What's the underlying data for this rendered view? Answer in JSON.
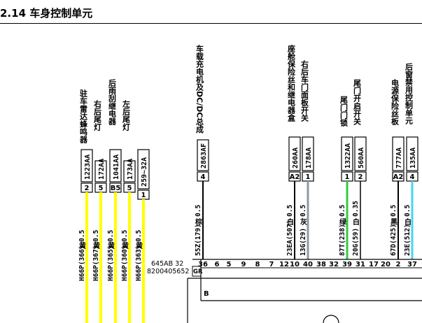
{
  "header": {
    "title": "2.14 车身控制单元"
  },
  "colors": {
    "yellow": "#ffff00",
    "gray": "#8a9aa8",
    "green": "#2ecc40",
    "cyan": "#46d6f0",
    "black": "#000000"
  },
  "connectors": [
    {
      "id": "c1",
      "dest": "驻车雷达蜂鸣器",
      "label": "1223AA",
      "pin": "2",
      "wire_code": "H66P(366)",
      "wire_color": "黄",
      "wire_size": "0.5"
    },
    {
      "id": "c2",
      "dest": "右后尾灯",
      "label": "172AA",
      "pin": "5",
      "wire_code": "H66P(367)",
      "wire_color": "黄",
      "wire_size": "0.5"
    },
    {
      "id": "c3",
      "dest": "后雨刮继电器",
      "label": "1041AA",
      "pin": "B5",
      "wire_code": "H66P(365)",
      "wire_color": "黄",
      "wire_size": "0.5"
    },
    {
      "id": "c4",
      "dest": "左后尾灯",
      "label": "173AA",
      "pin": "5",
      "wire_code": "H66P(360)",
      "wire_color": "黄",
      "wire_size": "0.5"
    },
    {
      "id": "c5",
      "dest": "",
      "label": "259~32A",
      "pin": "1",
      "wire_code": "H66P(363)",
      "wire_color": "黄",
      "wire_size": "0.5"
    },
    {
      "id": "c6",
      "dest": "车载充电机及DC/DC总成",
      "label": "2863AF",
      "pin": "4",
      "wire_code": "55Z(179)",
      "wire_color": "棕",
      "wire_size": "0.5"
    },
    {
      "id": "c7",
      "dest": "座舱保险丝和继电器盒",
      "label": "260AA",
      "pin": "A2",
      "wire_code": "23EA(507)",
      "wire_color": "白",
      "wire_size": "0.5"
    },
    {
      "id": "c8",
      "dest": "右后车门面板开关",
      "label": "178AA",
      "pin": "1",
      "wire_code": "13G(29)",
      "wire_color": "灰",
      "wire_size": "0.5"
    },
    {
      "id": "c9",
      "dest": "尾门门锁",
      "label": "1322AA",
      "pin": "1",
      "wire_code": "87T(238)",
      "wire_color": "绿",
      "wire_size": "0.5"
    },
    {
      "id": "c10",
      "dest": "尾门开启开关",
      "label": "560AA",
      "pin": "2",
      "wire_code": "20G(59)",
      "wire_color": "白",
      "wire_size": "0.35"
    },
    {
      "id": "c11",
      "dest": "电源保险丝板",
      "label": "777AA",
      "pin": "A2",
      "wire_code": "67D(425)",
      "wire_color": "黑",
      "wire_size": "0.5"
    },
    {
      "id": "c12",
      "dest": "后窗禁用控制单元",
      "label": "135AA",
      "pin": "4",
      "wire_code": "23E(512)",
      "wire_color": "白",
      "wire_size": "0.5"
    }
  ],
  "bcm": {
    "ref_top": "645AB 32",
    "ref_bottom": "8200405652",
    "connector_id": "GR",
    "connector_letter": "B",
    "pins": [
      "36",
      "6",
      "5",
      "9",
      "8",
      "7",
      "12",
      "10",
      "40",
      "38",
      "32",
      "39",
      "31",
      "17",
      "20",
      "2",
      "37"
    ]
  }
}
